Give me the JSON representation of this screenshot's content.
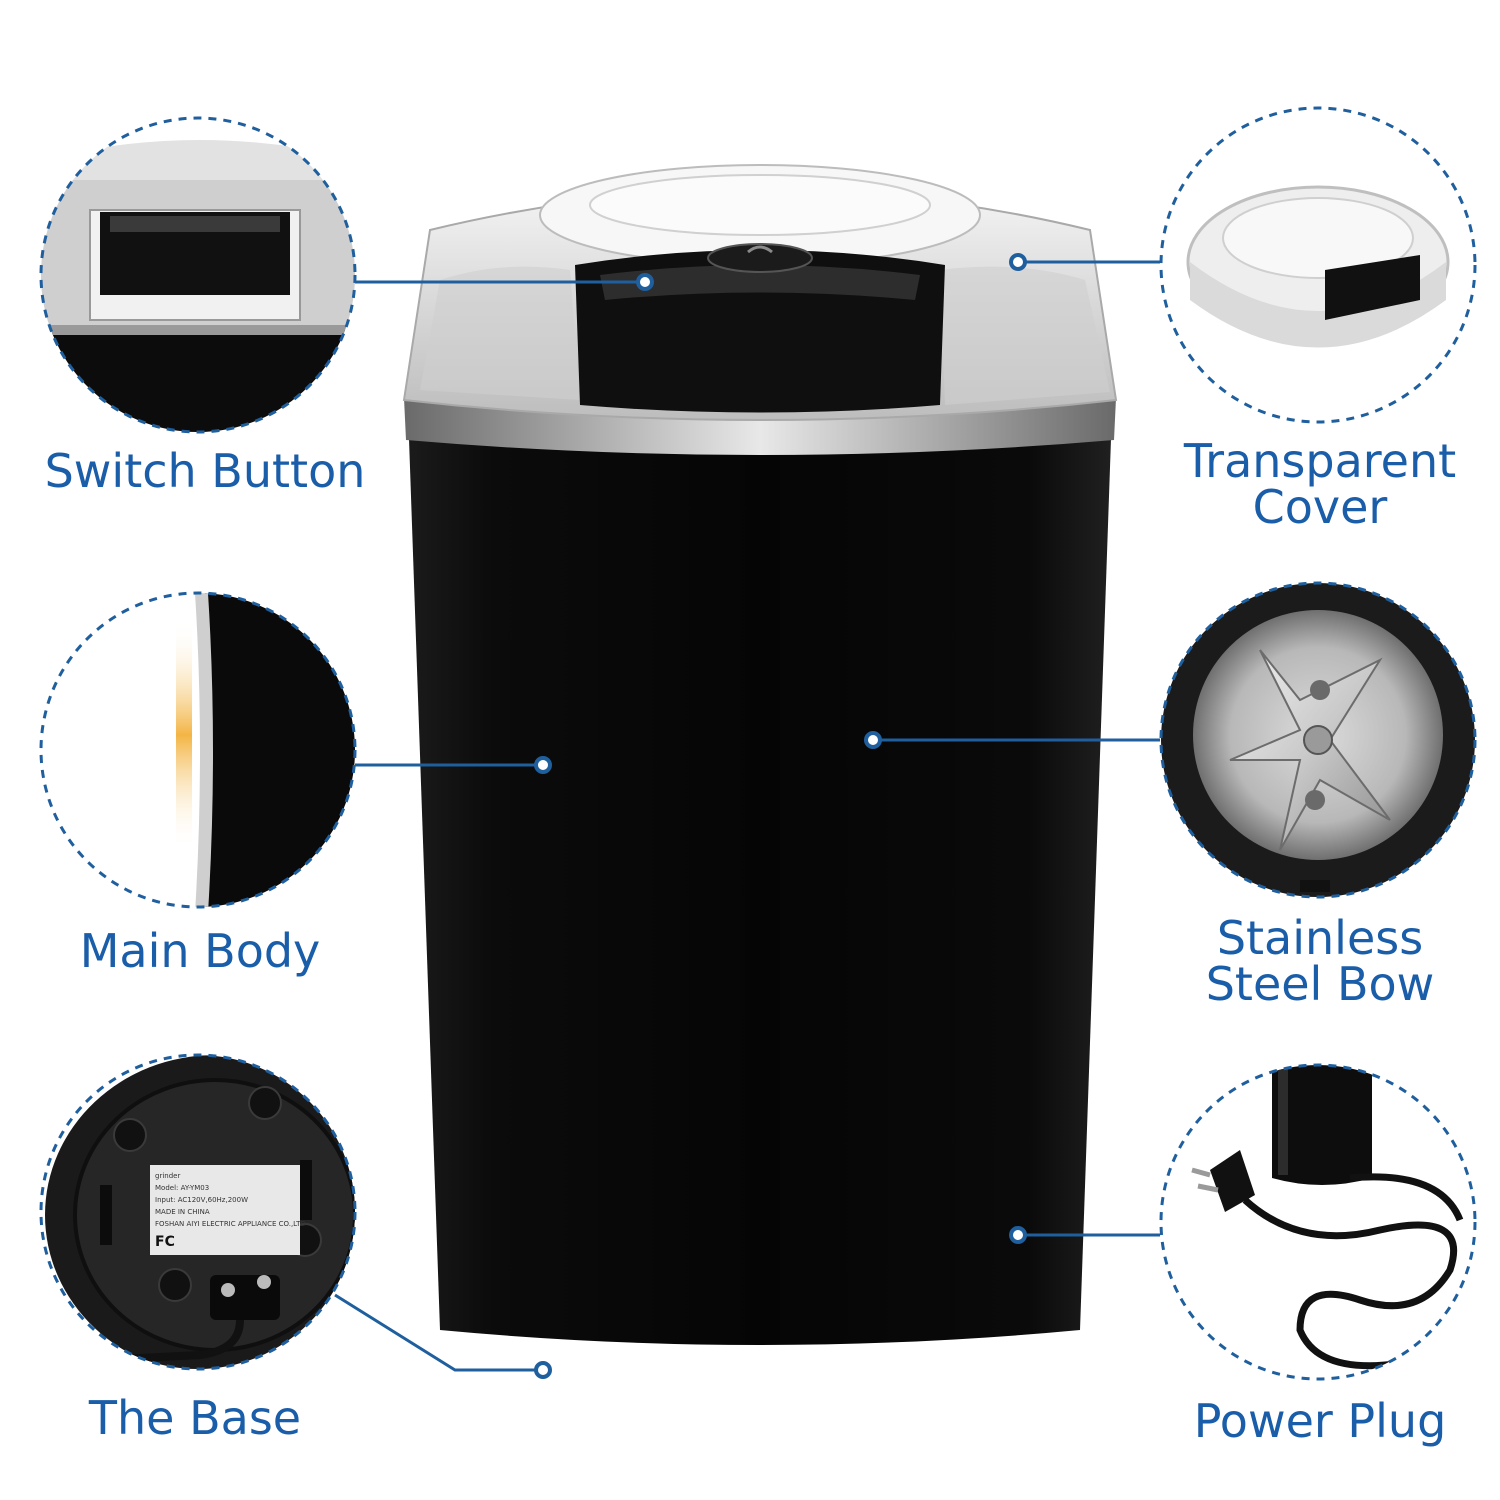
{
  "theme": {
    "label_color": "#1a5da8",
    "body_color": "#0d0d0d",
    "dashed_circle_color": "#1f5f9e"
  },
  "callouts": {
    "switch_button": {
      "label": "Switch Button"
    },
    "main_body": {
      "label": "Main Body"
    },
    "the_base": {
      "label": "The Base"
    },
    "transparent_cover": {
      "line1": "Transparent",
      "line2": "Cover"
    },
    "stainless_steel_bowl": {
      "line1": "Stainless",
      "line2": "Steel Bow"
    },
    "power_plug": {
      "label": "Power Plug"
    }
  },
  "base_sticker": {
    "line1": "grinder",
    "line2": "Model: AY-YM03",
    "line3": "Input: AC120V,60Hz,200W",
    "line4": "MADE IN CHINA",
    "line5": "FOSHAN AIYI ELECTRIC APPLIANCE CO.,LTD",
    "fc_mark": "FC"
  }
}
